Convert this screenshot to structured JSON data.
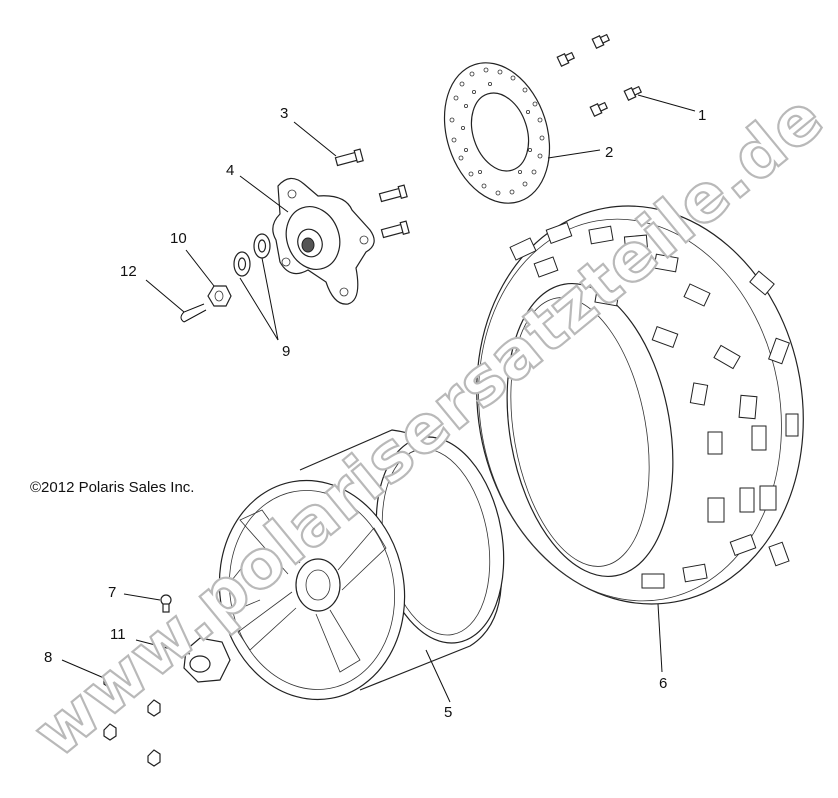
{
  "copyright": "©2012 Polaris Sales Inc.",
  "watermark": "www.polarisersatzteile.de",
  "callouts": {
    "c1": "1",
    "c2": "2",
    "c3": "3",
    "c4": "4",
    "c5": "5",
    "c6": "6",
    "c7": "7",
    "c8": "8",
    "c9": "9",
    "c10": "10",
    "c11": "11",
    "c12": "12"
  }
}
